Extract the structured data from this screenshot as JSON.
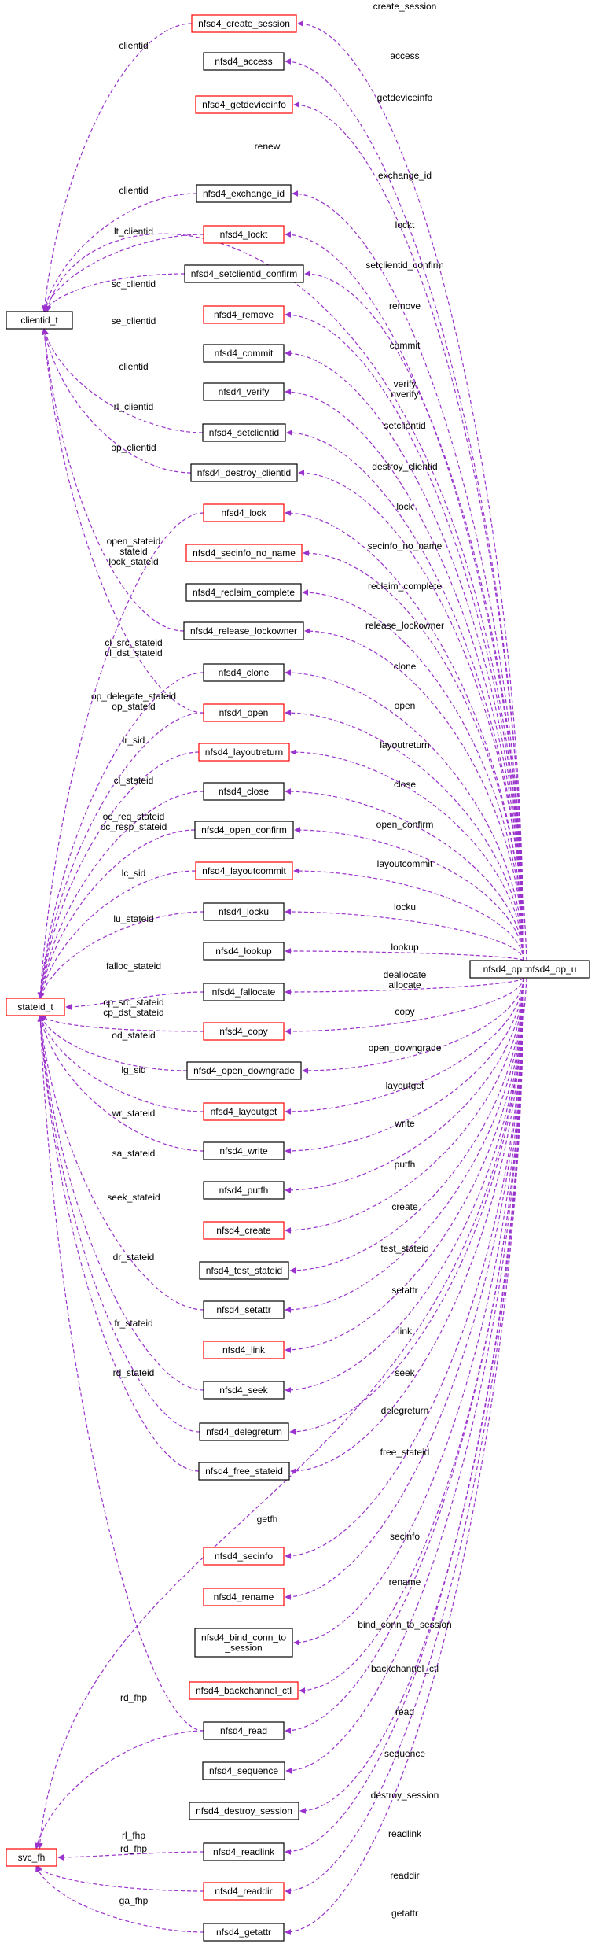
{
  "colors": {
    "edge": "#9a32cd",
    "complete_border": "#000000",
    "incomplete_border": "#ff0000",
    "root_fill": "#bfbfbf"
  },
  "root": {
    "id": "root",
    "label": "nfsd4_op::nfsd4_op_u"
  },
  "targets": [
    {
      "id": "clientid_t",
      "label": "clientid_t"
    },
    {
      "id": "stateid_t",
      "label": "stateid_t"
    },
    {
      "id": "svc_fh",
      "label": "svc_fh"
    }
  ],
  "members": [
    {
      "id": "create_session",
      "label": "nfsd4_create_session",
      "status": "incomplete",
      "edge_label": "create_session"
    },
    {
      "id": "access",
      "label": "nfsd4_access",
      "status": "complete",
      "edge_label": "access"
    },
    {
      "id": "getdeviceinfo",
      "label": "nfsd4_getdeviceinfo",
      "status": "incomplete",
      "edge_label": "getdeviceinfo"
    },
    {
      "id": "exchange_id",
      "label": "nfsd4_exchange_id",
      "status": "complete",
      "edge_label": "exchange_id"
    },
    {
      "id": "lockt",
      "label": "nfsd4_lockt",
      "status": "incomplete",
      "edge_label": "lockt"
    },
    {
      "id": "setclientid_confirm",
      "label": "nfsd4_setclientid_confirm",
      "status": "complete",
      "edge_label": "setclientid_confirm"
    },
    {
      "id": "remove",
      "label": "nfsd4_remove",
      "status": "incomplete",
      "edge_label": "remove"
    },
    {
      "id": "commit",
      "label": "nfsd4_commit",
      "status": "complete",
      "edge_label": "commit"
    },
    {
      "id": "verify",
      "label": "nfsd4_verify",
      "status": "complete",
      "edge_label": "verify\nnverify"
    },
    {
      "id": "setclientid",
      "label": "nfsd4_setclientid",
      "status": "complete",
      "edge_label": "setclientid"
    },
    {
      "id": "destroy_clientid",
      "label": "nfsd4_destroy_clientid",
      "status": "complete",
      "edge_label": "destroy_clientid"
    },
    {
      "id": "lock",
      "label": "nfsd4_lock",
      "status": "incomplete",
      "edge_label": "lock"
    },
    {
      "id": "secinfo_no_name",
      "label": "nfsd4_secinfo_no_name",
      "status": "incomplete",
      "edge_label": "secinfo_no_name"
    },
    {
      "id": "reclaim_complete",
      "label": "nfsd4_reclaim_complete",
      "status": "complete",
      "edge_label": "reclaim_complete"
    },
    {
      "id": "release_lockowner",
      "label": "nfsd4_release_lockowner",
      "status": "complete",
      "edge_label": "release_lockowner"
    },
    {
      "id": "clone",
      "label": "nfsd4_clone",
      "status": "complete",
      "edge_label": "clone"
    },
    {
      "id": "open",
      "label": "nfsd4_open",
      "status": "incomplete",
      "edge_label": "open"
    },
    {
      "id": "layoutreturn",
      "label": "nfsd4_layoutreturn",
      "status": "incomplete",
      "edge_label": "layoutreturn"
    },
    {
      "id": "close",
      "label": "nfsd4_close",
      "status": "complete",
      "edge_label": "close"
    },
    {
      "id": "open_confirm",
      "label": "nfsd4_open_confirm",
      "status": "complete",
      "edge_label": "open_confirm"
    },
    {
      "id": "layoutcommit",
      "label": "nfsd4_layoutcommit",
      "status": "incomplete",
      "edge_label": "layoutcommit"
    },
    {
      "id": "locku",
      "label": "nfsd4_locku",
      "status": "complete",
      "edge_label": "locku"
    },
    {
      "id": "lookup",
      "label": "nfsd4_lookup",
      "status": "complete",
      "edge_label": "lookup"
    },
    {
      "id": "fallocate",
      "label": "nfsd4_fallocate",
      "status": "complete",
      "edge_label": "deallocate\nallocate"
    },
    {
      "id": "copy",
      "label": "nfsd4_copy",
      "status": "incomplete",
      "edge_label": "copy"
    },
    {
      "id": "open_downgrade",
      "label": "nfsd4_open_downgrade",
      "status": "complete",
      "edge_label": "open_downgrade"
    },
    {
      "id": "layoutget",
      "label": "nfsd4_layoutget",
      "status": "incomplete",
      "edge_label": "layoutget"
    },
    {
      "id": "write",
      "label": "nfsd4_write",
      "status": "complete",
      "edge_label": "write"
    },
    {
      "id": "putfh",
      "label": "nfsd4_putfh",
      "status": "complete",
      "edge_label": "putfh"
    },
    {
      "id": "create",
      "label": "nfsd4_create",
      "status": "incomplete",
      "edge_label": "create"
    },
    {
      "id": "test_stateid",
      "label": "nfsd4_test_stateid",
      "status": "complete",
      "edge_label": "test_stateid"
    },
    {
      "id": "setattr",
      "label": "nfsd4_setattr",
      "status": "complete",
      "edge_label": "setattr"
    },
    {
      "id": "link",
      "label": "nfsd4_link",
      "status": "incomplete",
      "edge_label": "link"
    },
    {
      "id": "seek",
      "label": "nfsd4_seek",
      "status": "complete",
      "edge_label": "seek"
    },
    {
      "id": "delegreturn",
      "label": "nfsd4_delegreturn",
      "status": "complete",
      "edge_label": "delegreturn"
    },
    {
      "id": "free_stateid",
      "label": "nfsd4_free_stateid",
      "status": "complete",
      "edge_label": "free_stateid"
    },
    {
      "id": "secinfo",
      "label": "nfsd4_secinfo",
      "status": "incomplete",
      "edge_label": "secinfo"
    },
    {
      "id": "rename",
      "label": "nfsd4_rename",
      "status": "incomplete",
      "edge_label": "rename"
    },
    {
      "id": "bind_conn_to_session",
      "label": "nfsd4_bind_conn_to\n_session",
      "status": "complete",
      "edge_label": "bind_conn_to_session"
    },
    {
      "id": "backchannel_ctl",
      "label": "nfsd4_backchannel_ctl",
      "status": "incomplete",
      "edge_label": "backchannel_ctl"
    },
    {
      "id": "read",
      "label": "nfsd4_read",
      "status": "complete",
      "edge_label": "read"
    },
    {
      "id": "sequence",
      "label": "nfsd4_sequence",
      "status": "complete",
      "edge_label": "sequence"
    },
    {
      "id": "destroy_session",
      "label": "nfsd4_destroy_session",
      "status": "complete",
      "edge_label": "destroy_session"
    },
    {
      "id": "readlink",
      "label": "nfsd4_readlink",
      "status": "complete",
      "edge_label": "readlink"
    },
    {
      "id": "readdir",
      "label": "nfsd4_readdir",
      "status": "incomplete",
      "edge_label": "readdir"
    },
    {
      "id": "getattr",
      "label": "nfsd4_getattr",
      "status": "complete",
      "edge_label": "getattr"
    }
  ],
  "direct_edges": [
    {
      "to": "clientid_t",
      "label": "renew"
    },
    {
      "to": "svc_fh",
      "label": "getfh"
    }
  ],
  "member_edges": [
    {
      "from": "create_session",
      "to": "clientid_t",
      "label": "clientid"
    },
    {
      "from": "exchange_id",
      "to": "clientid_t",
      "label": "clientid"
    },
    {
      "from": "lockt",
      "to": "clientid_t",
      "label": "lt_clientid"
    },
    {
      "from": "setclientid_confirm",
      "to": "clientid_t",
      "label": "sc_clientid"
    },
    {
      "from": "setclientid",
      "to": "clientid_t",
      "label": "se_clientid"
    },
    {
      "from": "destroy_clientid",
      "to": "clientid_t",
      "label": "clientid"
    },
    {
      "from": "release_lockowner",
      "to": "clientid_t",
      "label": "rl_clientid"
    },
    {
      "from": "open",
      "to": "clientid_t",
      "label": "op_clientid"
    },
    {
      "from": "lock",
      "to": "stateid_t",
      "label": "open_stateid\nstateid\nlock_stateid"
    },
    {
      "from": "clone",
      "to": "stateid_t",
      "label": "cl_src_stateid\ncl_dst_stateid"
    },
    {
      "from": "open",
      "to": "stateid_t",
      "label": "op_delegate_stateid\nop_stateid"
    },
    {
      "from": "layoutreturn",
      "to": "stateid_t",
      "label": "lr_sid"
    },
    {
      "from": "close",
      "to": "stateid_t",
      "label": "cl_stateid"
    },
    {
      "from": "open_confirm",
      "to": "stateid_t",
      "label": "oc_req_stateid\noc_resp_stateid"
    },
    {
      "from": "layoutcommit",
      "to": "stateid_t",
      "label": "lc_sid"
    },
    {
      "from": "locku",
      "to": "stateid_t",
      "label": "lu_stateid"
    },
    {
      "from": "fallocate",
      "to": "stateid_t",
      "label": "falloc_stateid"
    },
    {
      "from": "copy",
      "to": "stateid_t",
      "label": "cp_src_stateid\ncp_dst_stateid"
    },
    {
      "from": "open_downgrade",
      "to": "stateid_t",
      "label": "od_stateid"
    },
    {
      "from": "layoutget",
      "to": "stateid_t",
      "label": "lg_sid"
    },
    {
      "from": "write",
      "to": "stateid_t",
      "label": "wr_stateid"
    },
    {
      "from": "setattr",
      "to": "stateid_t",
      "label": "sa_stateid"
    },
    {
      "from": "seek",
      "to": "stateid_t",
      "label": "seek_stateid"
    },
    {
      "from": "delegreturn",
      "to": "stateid_t",
      "label": "dr_stateid"
    },
    {
      "from": "free_stateid",
      "to": "stateid_t",
      "label": "fr_stateid"
    },
    {
      "from": "read",
      "to": "stateid_t",
      "label": "rd_stateid"
    },
    {
      "from": "read",
      "to": "svc_fh",
      "label": "rd_fhp"
    },
    {
      "from": "readlink",
      "to": "svc_fh",
      "label": "rl_fhp"
    },
    {
      "from": "readdir",
      "to": "svc_fh",
      "label": "rd_fhp"
    },
    {
      "from": "getattr",
      "to": "svc_fh",
      "label": "ga_fhp"
    }
  ]
}
